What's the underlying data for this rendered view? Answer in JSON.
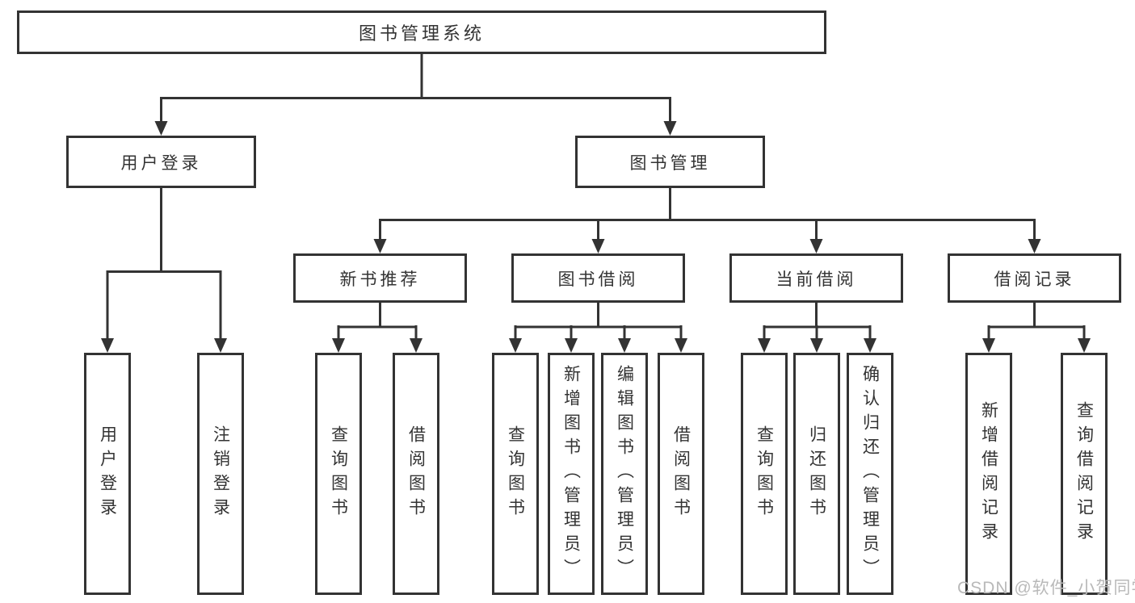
{
  "diagram": {
    "root": {
      "label": "图书管理系统"
    },
    "branches": [
      {
        "label": "用户登录",
        "children": [
          {
            "label": "用户登录"
          },
          {
            "label": "注销登录"
          }
        ]
      },
      {
        "label": "图书管理",
        "children": [
          {
            "label": "新书推荐",
            "children": [
              {
                "label": "查询图书"
              },
              {
                "label": "借阅图书"
              }
            ]
          },
          {
            "label": "图书借阅",
            "children": [
              {
                "label": "查询图书"
              },
              {
                "label": "新增图书（管理员）"
              },
              {
                "label": "编辑图书（管理员）"
              },
              {
                "label": "借阅图书"
              }
            ]
          },
          {
            "label": "当前借阅",
            "children": [
              {
                "label": "查询图书"
              },
              {
                "label": "归还图书"
              },
              {
                "label": "确认归还（管理员）"
              }
            ]
          },
          {
            "label": "借阅记录",
            "children": [
              {
                "label": "新增借阅记录"
              },
              {
                "label": "查询借阅记录"
              }
            ]
          }
        ]
      }
    ]
  },
  "watermark": {
    "text": "CSDN @软件_小贺同学"
  },
  "colors": {
    "line": "#333333",
    "box_border": "#333333",
    "text": "#333333",
    "watermark": "#b9b9b9",
    "background": "#ffffff"
  }
}
